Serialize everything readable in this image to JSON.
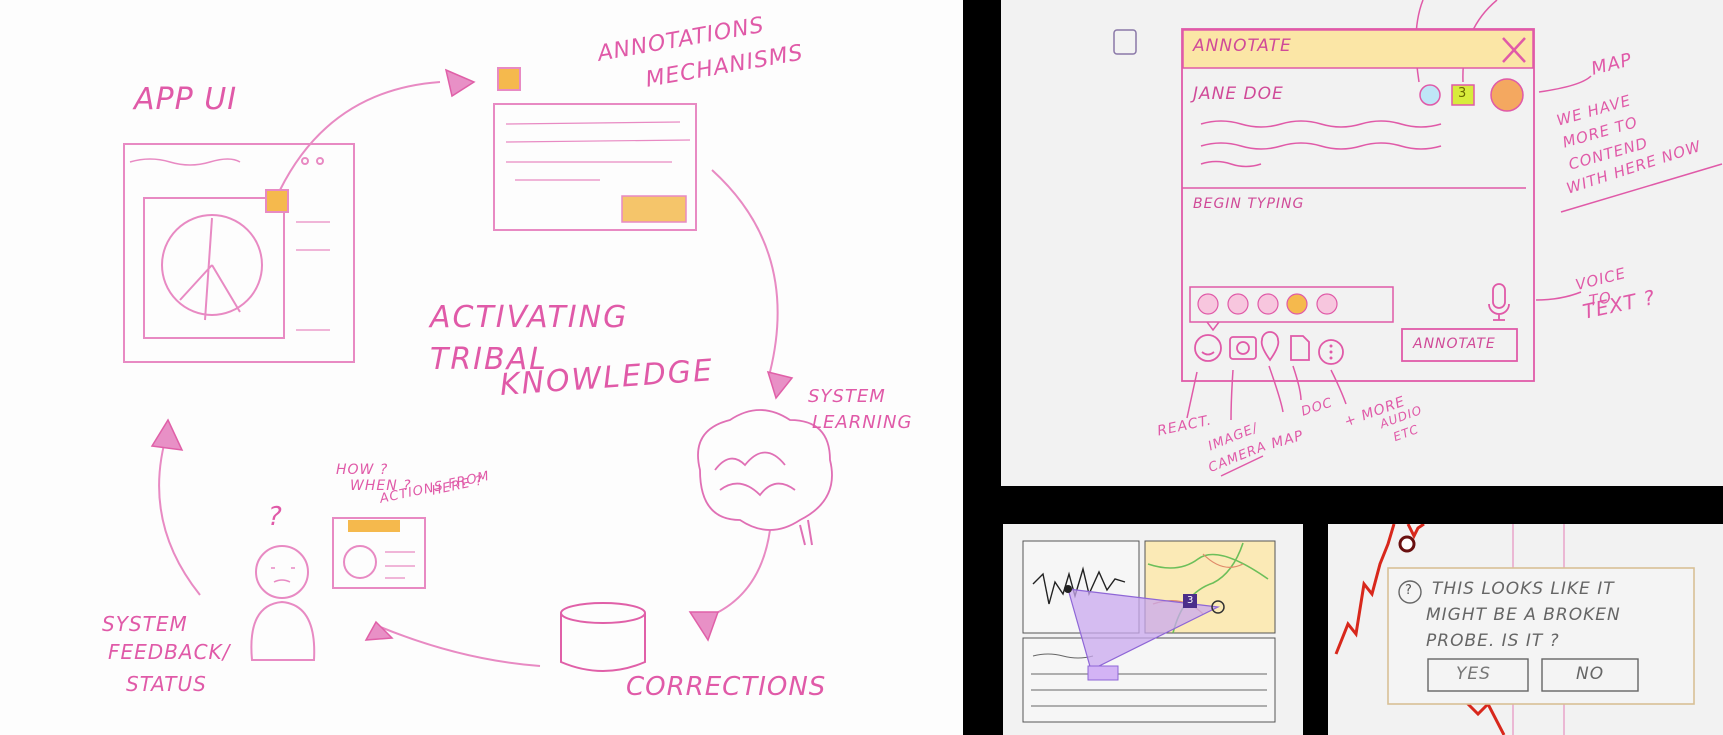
{
  "left_sketch": {
    "app_ui_label": "APP UI",
    "annotation_mechanisms_label": [
      "ANNOTATIONS",
      "MECHANISMS"
    ],
    "center_title": [
      "ACTIVATING",
      "TRIBAL",
      "KNOWLEDGE"
    ],
    "system_learning_label": [
      "SYSTEM",
      "LEARNING"
    ],
    "corrections_label": "CORRECTIONS",
    "system_feedback_label": [
      "SYSTEM",
      "FEEDBACK/",
      "STATUS"
    ],
    "questions_label": [
      "HOW ?",
      "WHEN ?",
      "ACTIONS FROM",
      "HERE ?"
    ],
    "question_mark": "?"
  },
  "annotate_panel": {
    "header_title": "ANNOTATE",
    "close_glyph": "X",
    "user_name": "JANE DOE",
    "badge_count": "3",
    "typing_hint": "BEGIN TYPING",
    "submit_label": "ANNOTATE",
    "side_note_map": "MAP",
    "side_note_content": [
      "WE HAVE",
      "MORE TO",
      "CONTEND",
      "WITH HERE NOW"
    ],
    "side_note_voice": [
      "VOICE",
      "TO",
      "TEXT ?"
    ],
    "tool_labels": {
      "react": "REACT.",
      "image": [
        "IMAGE/",
        "CAMERA"
      ],
      "map": "MAP",
      "doc": "DOC",
      "more": [
        "+ MORE",
        "AUDIO",
        "ETC"
      ]
    },
    "colors": {
      "header": "#fbe6a6",
      "accent": "#e05aa8",
      "selected_dot": "#f5b94d"
    }
  },
  "map_panel": {
    "badge_count": "3"
  },
  "probe_panel": {
    "help_glyph": "?",
    "message": [
      "THIS LOOKS LIKE IT",
      "MIGHT BE A BROKEN",
      "PROBE. IS IT ?"
    ],
    "yes_label": "YES",
    "no_label": "NO",
    "line_color": "#d8281c"
  }
}
